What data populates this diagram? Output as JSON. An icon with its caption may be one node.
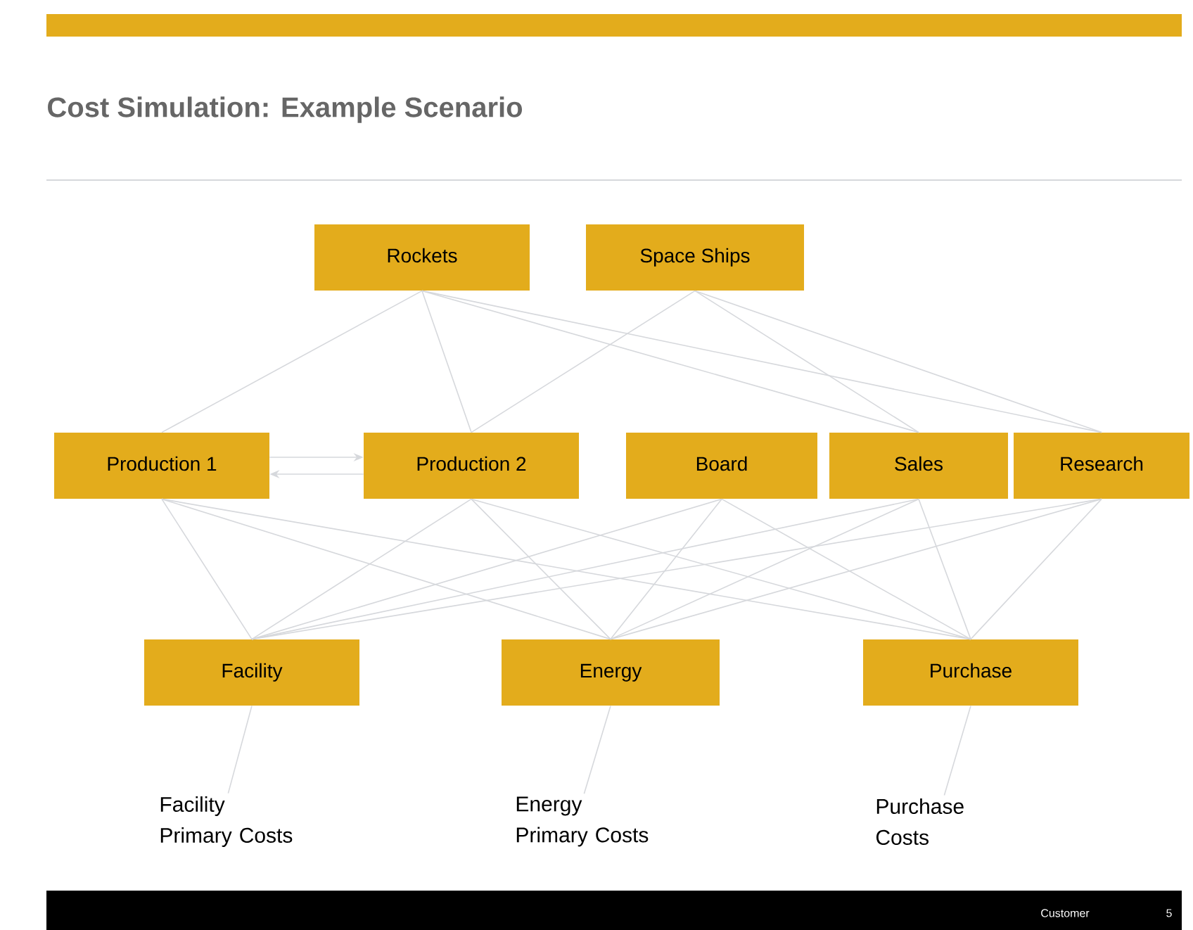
{
  "diagram": {
    "title": "Cost Simulation: Example Scenario",
    "nodes": [
      {
        "text": [
          "Rockets"
        ]
      },
      {
        "text": [
          "Space Ships"
        ]
      },
      {
        "text": [
          "Production 1"
        ]
      },
      {
        "text": [
          "Production 2"
        ]
      },
      {
        "text": [
          "Board"
        ]
      },
      {
        "text": [
          "Sales"
        ]
      },
      {
        "text": [
          "Research"
        ]
      },
      {
        "text": [
          "Facility"
        ]
      },
      {
        "text": [
          "Energy"
        ]
      },
      {
        "text": [
          "Purchase"
        ]
      },
      {
        "text": [
          "Facility Primary Costs"
        ]
      },
      {
        "text": [
          "Energy Primary Costs"
        ]
      },
      {
        "text": [
          "Purchase Costs"
        ]
      }
    ],
    "edges": [
      {
        "from": 0,
        "to": 2,
        "arrow": "none"
      },
      {
        "from": 0,
        "to": 3,
        "arrow": "none"
      },
      {
        "from": 0,
        "to": 5,
        "arrow": "none"
      },
      {
        "from": 0,
        "to": 6,
        "arrow": "none"
      },
      {
        "from": 1,
        "to": 3,
        "arrow": "none"
      },
      {
        "from": 1,
        "to": 5,
        "arrow": "none"
      },
      {
        "from": 1,
        "to": 6,
        "arrow": "none"
      },
      {
        "from": 2,
        "to": 3,
        "arrow": "to"
      },
      {
        "from": 3,
        "to": 2,
        "arrow": "to"
      },
      {
        "from": 2,
        "to": 7,
        "arrow": "none"
      },
      {
        "from": 2,
        "to": 8,
        "arrow": "none"
      },
      {
        "from": 2,
        "to": 9,
        "arrow": "none"
      },
      {
        "from": 3,
        "to": 7,
        "arrow": "none"
      },
      {
        "from": 3,
        "to": 8,
        "arrow": "none"
      },
      {
        "from": 3,
        "to": 9,
        "arrow": "none"
      },
      {
        "from": 4,
        "to": 7,
        "arrow": "none"
      },
      {
        "from": 4,
        "to": 8,
        "arrow": "none"
      },
      {
        "from": 4,
        "to": 9,
        "arrow": "none"
      },
      {
        "from": 5,
        "to": 7,
        "arrow": "none"
      },
      {
        "from": 5,
        "to": 8,
        "arrow": "none"
      },
      {
        "from": 5,
        "to": 9,
        "arrow": "none"
      },
      {
        "from": 6,
        "to": 7,
        "arrow": "none"
      },
      {
        "from": 6,
        "to": 8,
        "arrow": "none"
      },
      {
        "from": 6,
        "to": 9,
        "arrow": "none"
      },
      {
        "from": 10,
        "to": 7,
        "arrow": "none"
      },
      {
        "from": 11,
        "to": 8,
        "arrow": "none"
      },
      {
        "from": 12,
        "to": 9,
        "arrow": "none"
      }
    ],
    "labels": [
      "Customer",
      "5"
    ]
  }
}
